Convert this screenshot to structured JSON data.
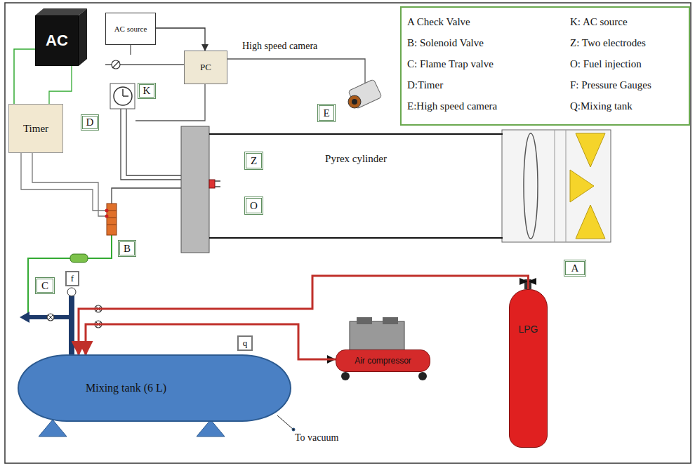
{
  "diagram": {
    "nodes": [
      {
        "text": [
          "AC source"
        ]
      },
      {
        "text": [
          "PC"
        ]
      },
      {
        "text": [
          "AC"
        ]
      },
      {
        "text": [
          "K"
        ]
      },
      {
        "text": [
          "D"
        ]
      },
      {
        "text": [
          "Timer"
        ]
      },
      {
        "text": [
          "E"
        ]
      },
      {
        "text": [
          "Z"
        ]
      },
      {
        "text": [
          "Pyrex cylinder"
        ]
      },
      {
        "text": [
          "O"
        ]
      },
      {
        "text": [
          "B"
        ]
      },
      {
        "text": [
          "A"
        ]
      },
      {
        "text": [
          "C"
        ]
      },
      {
        "text": [
          "f"
        ]
      },
      {
        "text": [
          "q"
        ]
      },
      {
        "text": [
          "Air compressor"
        ]
      },
      {
        "text": [
          "Mixing tank (6 L)"
        ]
      },
      {
        "text": [
          "LPG"
        ]
      }
    ],
    "edges": [
      {
        "from": 2,
        "to": 5,
        "arrow": "none"
      },
      {
        "from": 0,
        "to": 1,
        "arrow": "to"
      },
      {
        "from": 17,
        "to": 16,
        "arrow": "to"
      },
      {
        "from": 15,
        "to": 16,
        "arrow": "to"
      }
    ],
    "labels": [
      "High speed camera",
      "To vacuum"
    ],
    "legend": [
      {
        "text": "A Check Valve"
      },
      {
        "text": "B: Solenoid Valve"
      },
      {
        "text": "C: Flame Trap valve"
      },
      {
        "text": "D:Timer"
      },
      {
        "text": "E:High speed camera"
      },
      {
        "text": "K: AC source"
      },
      {
        "text": "Z: Two electrodes"
      },
      {
        "text": "O: Fuel injection"
      },
      {
        "text": "F: Pressure Gauges"
      },
      {
        "text": "Q:Mixing tank"
      }
    ]
  }
}
